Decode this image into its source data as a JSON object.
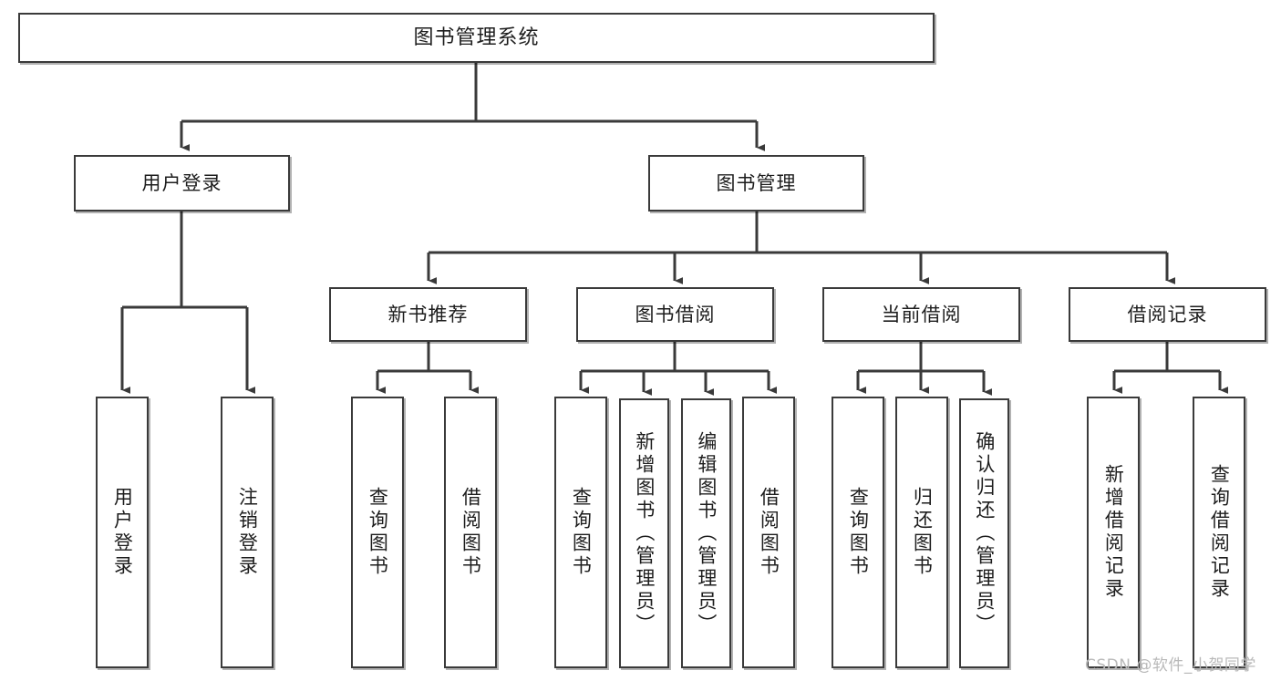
{
  "diagram": {
    "title": "图书管理系统",
    "watermark": "CSDN @软件_小贺同学",
    "colors": {
      "box_border": "#3a3a3a",
      "box_fill": "#ffffff",
      "connector": "#3a3a3a",
      "text": "#1d1d1d",
      "watermark": "#b9b9b9",
      "background": "#ffffff"
    },
    "root": {
      "label": "图书管理系统"
    },
    "level2": [
      {
        "label": "用户登录"
      },
      {
        "label": "图书管理"
      }
    ],
    "level3": [
      {
        "label": "新书推荐"
      },
      {
        "label": "图书借阅"
      },
      {
        "label": "当前借阅"
      },
      {
        "label": "借阅记录"
      }
    ],
    "leaves": {
      "user_login": [
        {
          "label": "用户登录"
        },
        {
          "label": "注销登录"
        }
      ],
      "new_book_recommend": [
        {
          "label": "查询图书"
        },
        {
          "label": "借阅图书"
        }
      ],
      "book_borrow": [
        {
          "label": "查询图书"
        },
        {
          "label": "新增图书（管理员）"
        },
        {
          "label": "编辑图书（管理员）"
        },
        {
          "label": "借阅图书"
        }
      ],
      "current_borrow": [
        {
          "label": "查询图书"
        },
        {
          "label": "归还图书"
        },
        {
          "label": "确认归还（管理员）"
        }
      ],
      "borrow_record": [
        {
          "label": "新增借阅记录"
        },
        {
          "label": "查询借阅记录"
        }
      ]
    }
  }
}
